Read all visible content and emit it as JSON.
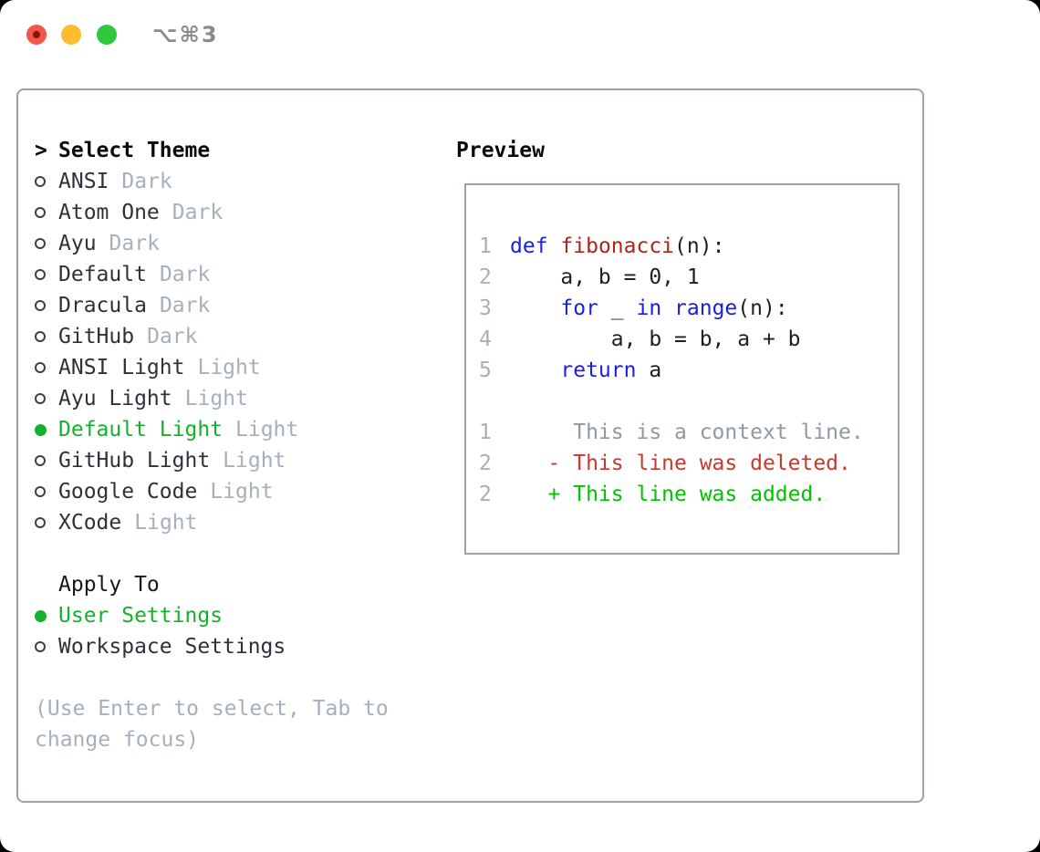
{
  "window": {
    "hotkey": "⌥⌘3"
  },
  "theme_panel": {
    "title_prefix": ">",
    "title": "Select Theme",
    "items": [
      {
        "name": "ANSI",
        "variant": "Dark",
        "selected": false
      },
      {
        "name": "Atom One",
        "variant": "Dark",
        "selected": false
      },
      {
        "name": "Ayu",
        "variant": "Dark",
        "selected": false
      },
      {
        "name": "Default",
        "variant": "Dark",
        "selected": false
      },
      {
        "name": "Dracula",
        "variant": "Dark",
        "selected": false
      },
      {
        "name": "GitHub",
        "variant": "Dark",
        "selected": false
      },
      {
        "name": "ANSI Light",
        "variant": "Light",
        "selected": false
      },
      {
        "name": "Ayu Light",
        "variant": "Light",
        "selected": false
      },
      {
        "name": "Default Light",
        "variant": "Light",
        "selected": true
      },
      {
        "name": "GitHub Light",
        "variant": "Light",
        "selected": false
      },
      {
        "name": "Google Code",
        "variant": "Light",
        "selected": false
      },
      {
        "name": "XCode",
        "variant": "Light",
        "selected": false
      }
    ],
    "apply_to": {
      "title": "Apply To",
      "options": [
        {
          "label": "User Settings",
          "selected": true
        },
        {
          "label": "Workspace Settings",
          "selected": false
        }
      ]
    },
    "hint_lines": [
      "(Use Enter to select, Tab to",
      "change focus)"
    ]
  },
  "preview": {
    "title": "Preview",
    "lines": [
      {
        "num": "1",
        "tokens": [
          {
            "c": "kw",
            "t": "def"
          },
          {
            "c": "code",
            "t": " "
          },
          {
            "c": "fn",
            "t": "fibonacci"
          },
          {
            "c": "code",
            "t": "(n):"
          }
        ]
      },
      {
        "num": "2",
        "tokens": [
          {
            "c": "code",
            "t": "    a, b = 0, 1"
          }
        ]
      },
      {
        "num": "3",
        "tokens": [
          {
            "c": "code",
            "t": "    "
          },
          {
            "c": "kw",
            "t": "for"
          },
          {
            "c": "code",
            "t": " _ "
          },
          {
            "c": "kw",
            "t": "in"
          },
          {
            "c": "code",
            "t": " "
          },
          {
            "c": "kw",
            "t": "range"
          },
          {
            "c": "code",
            "t": "(n):"
          }
        ]
      },
      {
        "num": "4",
        "tokens": [
          {
            "c": "code",
            "t": "        a, b = b, a + b"
          }
        ]
      },
      {
        "num": "5",
        "tokens": [
          {
            "c": "code",
            "t": "    "
          },
          {
            "c": "kw",
            "t": "return"
          },
          {
            "c": "code",
            "t": " a"
          }
        ]
      },
      {
        "num": "",
        "tokens": []
      },
      {
        "num": "1",
        "tokens": [
          {
            "c": "ctx",
            "t": "     This is a context line."
          }
        ]
      },
      {
        "num": "2",
        "tokens": [
          {
            "c": "del",
            "t": "   - This line was deleted."
          }
        ]
      },
      {
        "num": "2",
        "tokens": [
          {
            "c": "add",
            "t": "   + This line was added."
          }
        ]
      }
    ]
  },
  "colors": {
    "accent-green": "#12b22c",
    "keyword-blue": "#1a1ee0",
    "function-red": "#b02318",
    "diff-del-red": "#c9382b",
    "diff-add-green": "#00c300",
    "muted-gray": "#a6b0bc",
    "context-gray": "#8f99a3",
    "text-dark": "#2e3138",
    "code-black": "#1f1f1f",
    "border-gray": "#99a2ae",
    "traffic-red": "#f3564b",
    "traffic-red-dot": "#8c1209",
    "traffic-yellow": "#fdbc2e",
    "traffic-green": "#2dc83d",
    "hotkey-gray": "#8b8b8b"
  }
}
